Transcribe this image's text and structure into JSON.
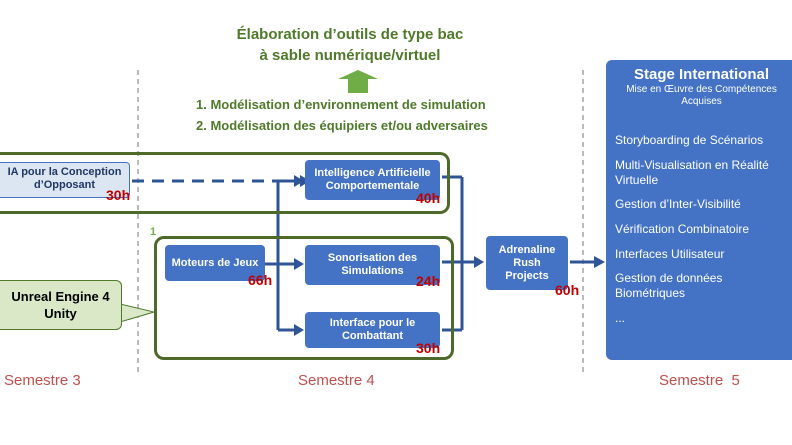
{
  "goal": {
    "line1": "Élaboration d’outils de type bac",
    "line2": "à sable numérique/virtuel"
  },
  "steps": [
    "1. Modélisation d’environnement de simulation",
    "2. Modélisation des équipiers et/ou adversaires"
  ],
  "ia_box": {
    "line1": "IA pour la Conception",
    "line2": "d’Opposant",
    "hours": "30h"
  },
  "engine_callout": {
    "line1": "Unreal Engine 4",
    "line2": "Unity"
  },
  "frame_label": "1",
  "modules": {
    "ia_comportementale": {
      "line1": "Intelligence Artificielle",
      "line2": "Comportementale",
      "hours": "40h"
    },
    "moteurs": {
      "label": "Moteurs de Jeux",
      "hours": "66h"
    },
    "sonorisation": {
      "line1": "Sonorisation des",
      "line2": "Simulations",
      "hours": "24h"
    },
    "interface": {
      "line1": "Interface pour le",
      "line2": "Combattant",
      "hours": "30h"
    },
    "adrenaline": {
      "line1": "Adrenaline",
      "line2": "Rush",
      "line3": "Projects",
      "hours": "60h"
    }
  },
  "stage": {
    "title": "Stage International",
    "subtitle1": "Mise en Œuvre des Compétences",
    "subtitle2": "Acquises",
    "items": [
      "Storyboarding de Scénarios",
      "Multi-Visualisation en Réalité Virtuelle",
      "Gestion d’Inter-Visibilité",
      "Vérification Combinatoire",
      "Interfaces Utilisateur",
      "Gestion de données Biométriques",
      "..."
    ]
  },
  "semesters": [
    "Semestre 3",
    "Semestre 4",
    "Semestre  5"
  ],
  "colors": {
    "box_blue": "#4472c4",
    "frame_green": "#4e6a2a",
    "text_green": "#4e7a2a",
    "hours_red": "#c00000",
    "semester_red": "#c0504d",
    "callout_green": "#dbe8c8",
    "ia_box_light": "#dce6f2"
  }
}
